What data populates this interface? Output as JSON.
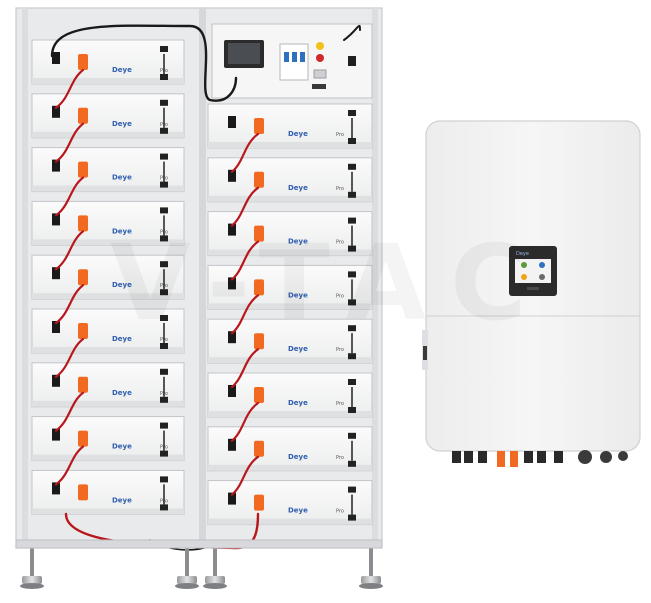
{
  "image": {
    "subject": "Stacked battery storage rack with a hybrid inverter",
    "colors": {
      "background": "#ffffff",
      "rack_frame": "#e7e8ea",
      "module_body": "#f4f5f6",
      "connector_orange": "#f26a21",
      "cable_red": "#b8181d",
      "cable_black": "#1a1a1a",
      "inverter_body": "#f3f3f4",
      "screen_dark": "#2b2b2b"
    }
  },
  "rack": {
    "left_column_modules": 9,
    "right_column_modules": 8,
    "module_brand": "Deye",
    "module_model": "Pro",
    "control_box": {
      "display_icon": "touch-display-icon",
      "breaker_icon": "circuit-breaker-icon",
      "indicator_icons": [
        "yellow-indicator-icon",
        "red-indicator-icon"
      ]
    }
  },
  "inverter": {
    "brand": "Deye",
    "panel_icon": "lcd-display-icon"
  },
  "watermark": "V-TAC"
}
